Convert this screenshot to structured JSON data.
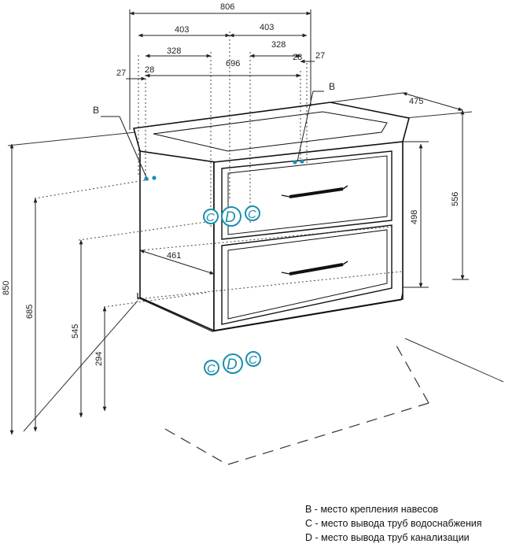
{
  "dimensions": {
    "overall_width": "806",
    "half_width_left": "403",
    "half_width_right": "403",
    "inner_left": "328",
    "inner_right": "328",
    "center_span": "696",
    "offset_left_28": "28",
    "offset_right_28": "28",
    "offset_left_27": "27",
    "offset_right_27": "27",
    "depth": "475",
    "cabinet_height": "556",
    "body_height": "498",
    "total_height": "850",
    "height_685": "685",
    "height_545": "545",
    "height_294": "294",
    "depth_461": "461"
  },
  "markers": {
    "b_left": "B",
    "b_right": "B",
    "c_label": "C",
    "d_label": "D"
  },
  "legend": {
    "b": "B - место крепления навесов",
    "c": "C - место вывода труб водоснабжения",
    "d": "D - место вывода труб канализации"
  },
  "colors": {
    "line": "#1a1a1a",
    "accent": "#1b8fb0"
  }
}
